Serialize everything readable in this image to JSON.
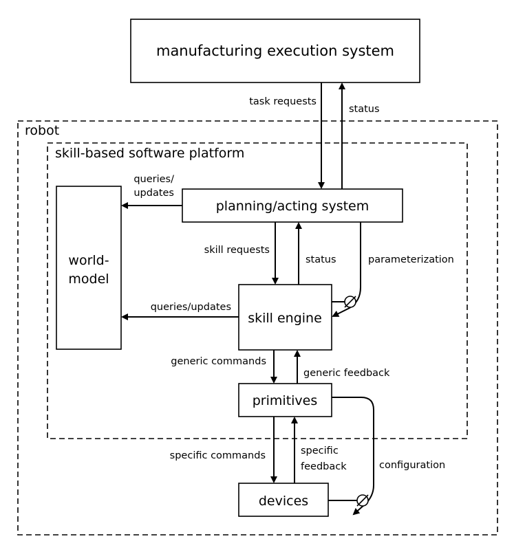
{
  "containers": {
    "robot": "robot",
    "platform": "skill-based software platform"
  },
  "boxes": {
    "mes": "manufacturing execution system",
    "planning": "planning/acting system",
    "world_model_line1": "world-",
    "world_model_line2": "model",
    "skill_engine": "skill engine",
    "primitives": "primitives",
    "devices": "devices"
  },
  "edges": {
    "task_requests": "task requests",
    "status_mes": "status",
    "queries_updates_top_line1": "queries/",
    "queries_updates_top_line2": "updates",
    "skill_requests": "skill requests",
    "status_skill": "status",
    "parameterization": "parameterization",
    "queries_updates_mid": "queries/updates",
    "generic_commands": "generic commands",
    "generic_feedback": "generic feedback",
    "specific_commands": "specific commands",
    "specific_feedback_line1": "specific",
    "specific_feedback_line2": "feedback",
    "configuration": "configuration"
  }
}
